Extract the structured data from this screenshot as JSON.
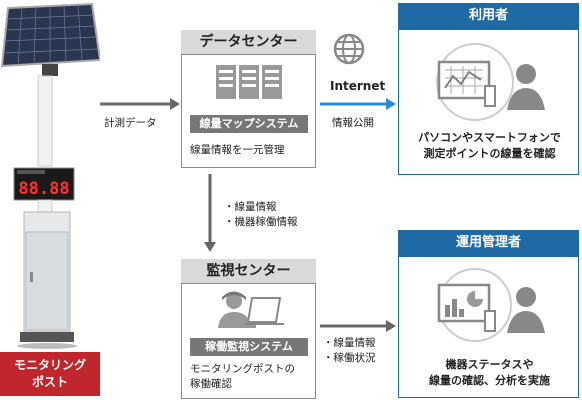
{
  "post": {
    "label_line1": "モニタリング",
    "label_line2": "ポスト",
    "display_value": "88.88"
  },
  "data_center": {
    "title": "データセンター",
    "system_label": "線量マップシステム",
    "caption": "線量情報を一元管理"
  },
  "monitoring_center": {
    "title": "監視センター",
    "system_label": "稼働監視システム",
    "caption_line1": "モニタリングポストの",
    "caption_line2": "稼働確認"
  },
  "user_panel": {
    "title": "利用者",
    "desc_line1": "パソコンやスマートフォンで",
    "desc_line2": "測定ポイントの線量を確認"
  },
  "operator_panel": {
    "title": "運用管理者",
    "desc_line1": "機器ステータスや",
    "desc_line2": "線量の確認、分析を実施"
  },
  "flows": {
    "measure_label": "計測データ",
    "internet_label": "Internet",
    "publish_label": "情報公開",
    "to_monitor_items": [
      "・線量情報",
      "・機器稼働情報"
    ],
    "to_operator_items": [
      "・線量情報",
      "・稼働状況"
    ]
  },
  "colors": {
    "blue": "#1f6aa5",
    "red": "#c0272d",
    "gray": "#777777"
  }
}
